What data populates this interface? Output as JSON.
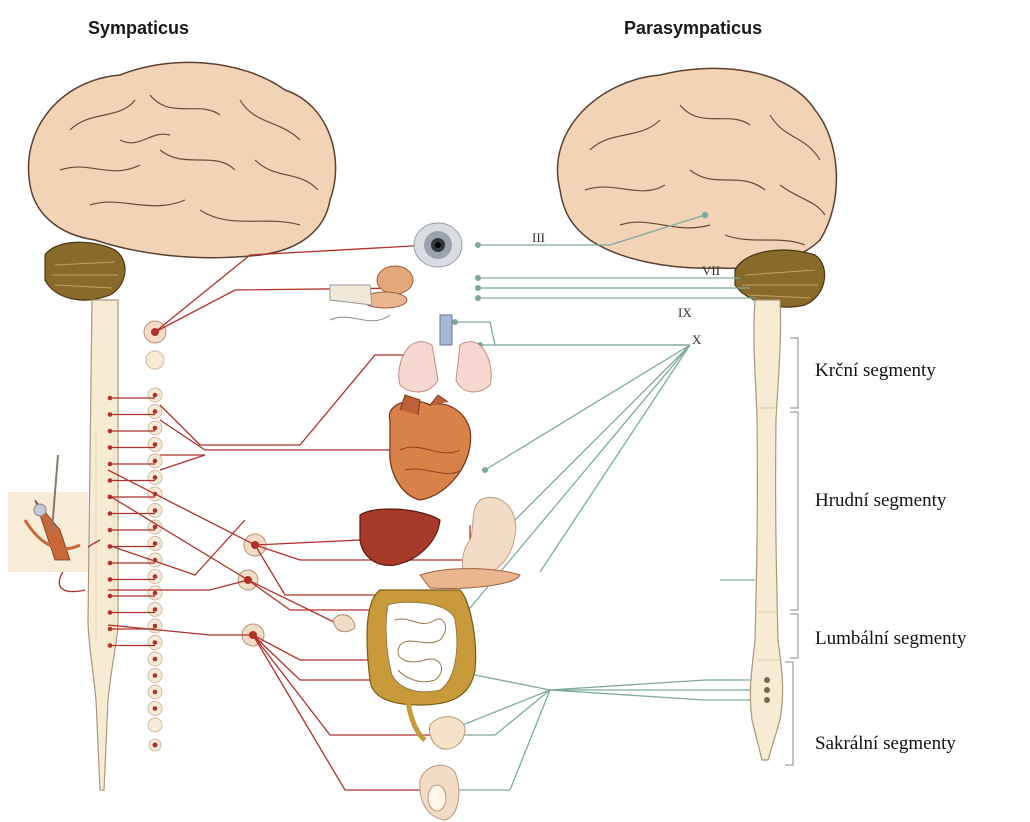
{
  "headings": {
    "left": "Sympaticus",
    "right": "Parasympaticus"
  },
  "cranial_nerves": [
    "III",
    "VII",
    "IX",
    "X"
  ],
  "segments": [
    {
      "label": "Krční segmenty"
    },
    {
      "label": "Hrudní segmenty"
    },
    {
      "label": "Lumbální segmenty"
    },
    {
      "label": "Sakrální segmenty"
    }
  ],
  "colors": {
    "sympathetic": "#b0302a",
    "parasympathetic": "#7fa9a0",
    "brain": "#f3d3b6",
    "cerebellum": "#8a6a2a",
    "spinal_cord": "#f7ecd3"
  }
}
